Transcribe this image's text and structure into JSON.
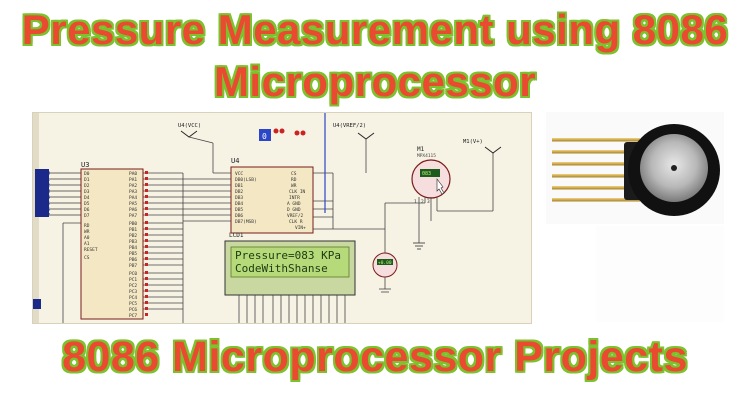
{
  "header": {
    "title_line1": "Pressure Measurement using 8086",
    "title_line2": "Microprocessor"
  },
  "schematic": {
    "u3_label": "U3",
    "u4_label": "U4",
    "lcd_label": "LCD1",
    "m1_label": "M1",
    "m1_part": "MPX4115",
    "lcd": {
      "line1": "Pressure=083 KPa",
      "line2": "CodeWithShanse"
    },
    "terminals": {
      "vcc": "U4(VCC)",
      "vref": "U4(VREF/2)",
      "m1": "M1(V+)"
    },
    "voltmeter": "+0.00"
  },
  "footer": {
    "title": "8086 Microprocessor Projects"
  },
  "colors": {
    "title_fill": "#ea4a2f",
    "title_outline": "#7cc22e",
    "lcd_bg": "#b6d97a",
    "schematic_bg": "#f6f2e4"
  }
}
